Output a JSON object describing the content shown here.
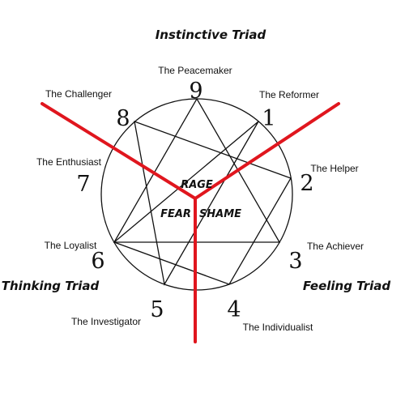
{
  "title": "Instinctive Triad",
  "triads": {
    "thinking": "Thinking Triad",
    "feeling": "Feeling Triad"
  },
  "center": {
    "rage": "RAGE",
    "fear": "FEAR",
    "shame": "SHAME"
  },
  "points": [
    {
      "number": "9",
      "name": "The Peacemaker"
    },
    {
      "number": "1",
      "name": "The Reformer"
    },
    {
      "number": "2",
      "name": "The Helper"
    },
    {
      "number": "3",
      "name": "The Achiever"
    },
    {
      "number": "4",
      "name": "The Individualist"
    },
    {
      "number": "5",
      "name": "The Investigator"
    },
    {
      "number": "6",
      "name": "The Loyalist"
    },
    {
      "number": "7",
      "name": "The Enthusiast"
    },
    {
      "number": "8",
      "name": "The Challenger"
    }
  ],
  "colors": {
    "lines": "#111111",
    "divider": "#e0161e"
  }
}
